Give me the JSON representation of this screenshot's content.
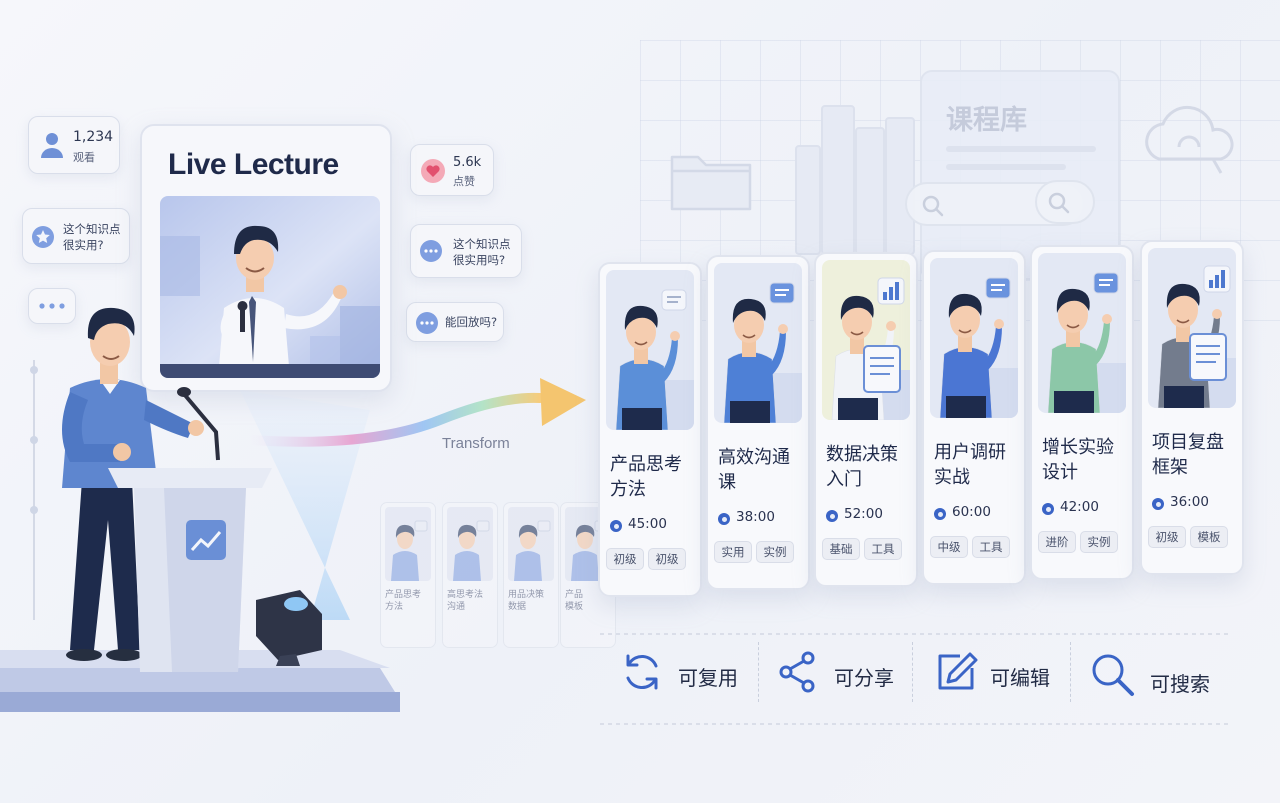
{
  "lecture": {
    "title": "Live Lecture",
    "stats": [
      {
        "value": "1,234",
        "label": "观看"
      },
      {
        "value": "5.6k",
        "label": "点赞"
      }
    ],
    "comments": [
      "这个知识点\n很实用?",
      "这个知识点\n很实用吗?",
      "能回放吗?"
    ]
  },
  "transform_label": "Transform",
  "library": {
    "title": "课程库"
  },
  "courses": [
    {
      "title": "产品思考\n方法",
      "duration": "45:00",
      "tags": [
        "初级",
        "初级"
      ],
      "shirt": "#5b8fd8"
    },
    {
      "title": "高效沟通\n课",
      "duration": "38:00",
      "tags": [
        "实用",
        "实例"
      ],
      "shirt": "#4e80d6"
    },
    {
      "title": "数据决策\n入门",
      "duration": "52:00",
      "tags": [
        "基础",
        "工具"
      ],
      "shirt": "#f1f3f8"
    },
    {
      "title": "用户调研\n实战",
      "duration": "60:00",
      "tags": [
        "中级",
        "工具"
      ],
      "shirt": "#4b76d3"
    },
    {
      "title": "增长实验\n设计",
      "duration": "42:00",
      "tags": [
        "进阶",
        "实例"
      ],
      "shirt": "#8cc7a8"
    },
    {
      "title": "项目复盘\n框架",
      "duration": "36:00",
      "tags": [
        "初级",
        "模板"
      ],
      "shirt": "#737c8d"
    }
  ],
  "mini_cards": [
    {
      "title": "产品思考\n方法"
    },
    {
      "title": "高思考法\n沟通"
    },
    {
      "title": "用品决策\n数据"
    },
    {
      "title": "产品\n模板"
    }
  ],
  "features": [
    {
      "label": "可复用",
      "icon": "refresh-icon"
    },
    {
      "label": "可分享",
      "icon": "share-icon"
    },
    {
      "label": "可编辑",
      "icon": "edit-icon"
    },
    {
      "label": "可搜索",
      "icon": "search-icon"
    }
  ],
  "colors": {
    "accent": "#3a64c6",
    "accent_light": "#b8c6ec",
    "text": "#1f2a4a"
  }
}
